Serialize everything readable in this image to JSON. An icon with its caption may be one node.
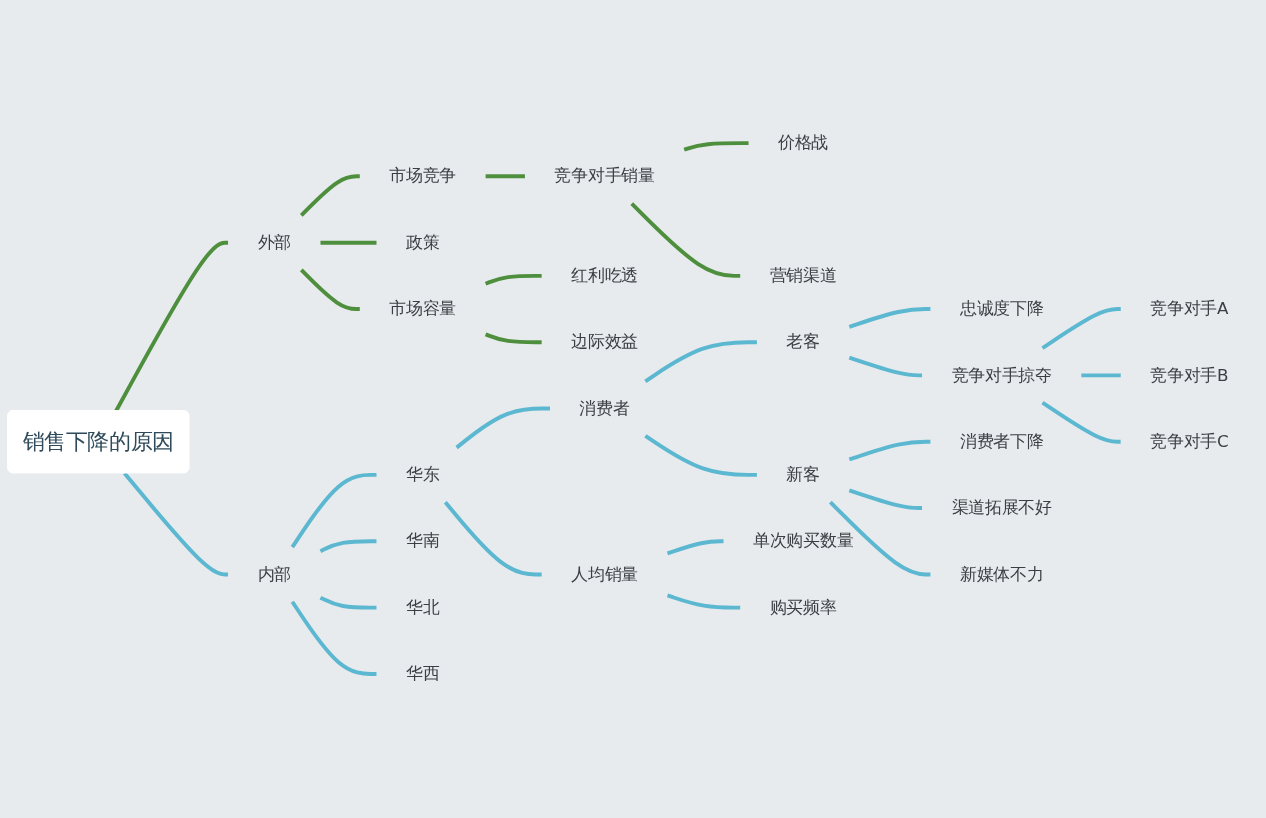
{
  "diagram": {
    "nodes": [
      {
        "text": [
          "销售下降的原因"
        ]
      },
      {
        "text": [
          "外部"
        ]
      },
      {
        "text": [
          "市场竞争"
        ]
      },
      {
        "text": [
          "竞争对手销量"
        ]
      },
      {
        "text": [
          "价格战"
        ]
      },
      {
        "text": [
          "营销渠道"
        ]
      },
      {
        "text": [
          "政策"
        ]
      },
      {
        "text": [
          "市场容量"
        ]
      },
      {
        "text": [
          "红利吃透"
        ]
      },
      {
        "text": [
          "边际效益"
        ]
      },
      {
        "text": [
          "内部"
        ]
      },
      {
        "text": [
          "华东"
        ]
      },
      {
        "text": [
          "消费者"
        ]
      },
      {
        "text": [
          "老客"
        ]
      },
      {
        "text": [
          "忠诚度下降"
        ]
      },
      {
        "text": [
          "竞争对手掠夺"
        ]
      },
      {
        "text": [
          "竞争对手A"
        ]
      },
      {
        "text": [
          "竞争对手B"
        ]
      },
      {
        "text": [
          "竞争对手C"
        ]
      },
      {
        "text": [
          "新客"
        ]
      },
      {
        "text": [
          "消费者下降"
        ]
      },
      {
        "text": [
          "渠道拓展不好"
        ]
      },
      {
        "text": [
          "新媒体不力"
        ]
      },
      {
        "text": [
          "人均销量"
        ]
      },
      {
        "text": [
          "单次购买数量"
        ]
      },
      {
        "text": [
          "购买频率"
        ]
      },
      {
        "text": [
          "华南"
        ]
      },
      {
        "text": [
          "华北"
        ]
      },
      {
        "text": [
          "华西"
        ]
      }
    ],
    "edges": [
      {
        "from": 0,
        "to": 1,
        "arrow": "none",
        "color": "#4e8f3e"
      },
      {
        "from": 1,
        "to": 2,
        "arrow": "none",
        "color": "#4e8f3e"
      },
      {
        "from": 2,
        "to": 3,
        "arrow": "none",
        "color": "#4e8f3e"
      },
      {
        "from": 3,
        "to": 4,
        "arrow": "none",
        "color": "#4e8f3e"
      },
      {
        "from": 3,
        "to": 5,
        "arrow": "none",
        "color": "#4e8f3e"
      },
      {
        "from": 1,
        "to": 6,
        "arrow": "none",
        "color": "#4e8f3e"
      },
      {
        "from": 1,
        "to": 7,
        "arrow": "none",
        "color": "#4e8f3e"
      },
      {
        "from": 7,
        "to": 8,
        "arrow": "none",
        "color": "#4e8f3e"
      },
      {
        "from": 7,
        "to": 9,
        "arrow": "none",
        "color": "#4e8f3e"
      },
      {
        "from": 0,
        "to": 10,
        "arrow": "none"
      },
      {
        "from": 10,
        "to": 11,
        "arrow": "none"
      },
      {
        "from": 11,
        "to": 12,
        "arrow": "none"
      },
      {
        "from": 12,
        "to": 13,
        "arrow": "none"
      },
      {
        "from": 13,
        "to": 14,
        "arrow": "none"
      },
      {
        "from": 13,
        "to": 15,
        "arrow": "none"
      },
      {
        "from": 15,
        "to": 16,
        "arrow": "none"
      },
      {
        "from": 15,
        "to": 17,
        "arrow": "none"
      },
      {
        "from": 15,
        "to": 18,
        "arrow": "none"
      },
      {
        "from": 12,
        "to": 19,
        "arrow": "none"
      },
      {
        "from": 19,
        "to": 20,
        "arrow": "none"
      },
      {
        "from": 19,
        "to": 21,
        "arrow": "none"
      },
      {
        "from": 19,
        "to": 22,
        "arrow": "none"
      },
      {
        "from": 11,
        "to": 23,
        "arrow": "none"
      },
      {
        "from": 23,
        "to": 24,
        "arrow": "none"
      },
      {
        "from": 23,
        "to": 25,
        "arrow": "none"
      },
      {
        "from": 10,
        "to": 26,
        "arrow": "none"
      },
      {
        "from": 10,
        "to": 27,
        "arrow": "none"
      },
      {
        "from": 10,
        "to": 28,
        "arrow": "none"
      }
    ]
  }
}
